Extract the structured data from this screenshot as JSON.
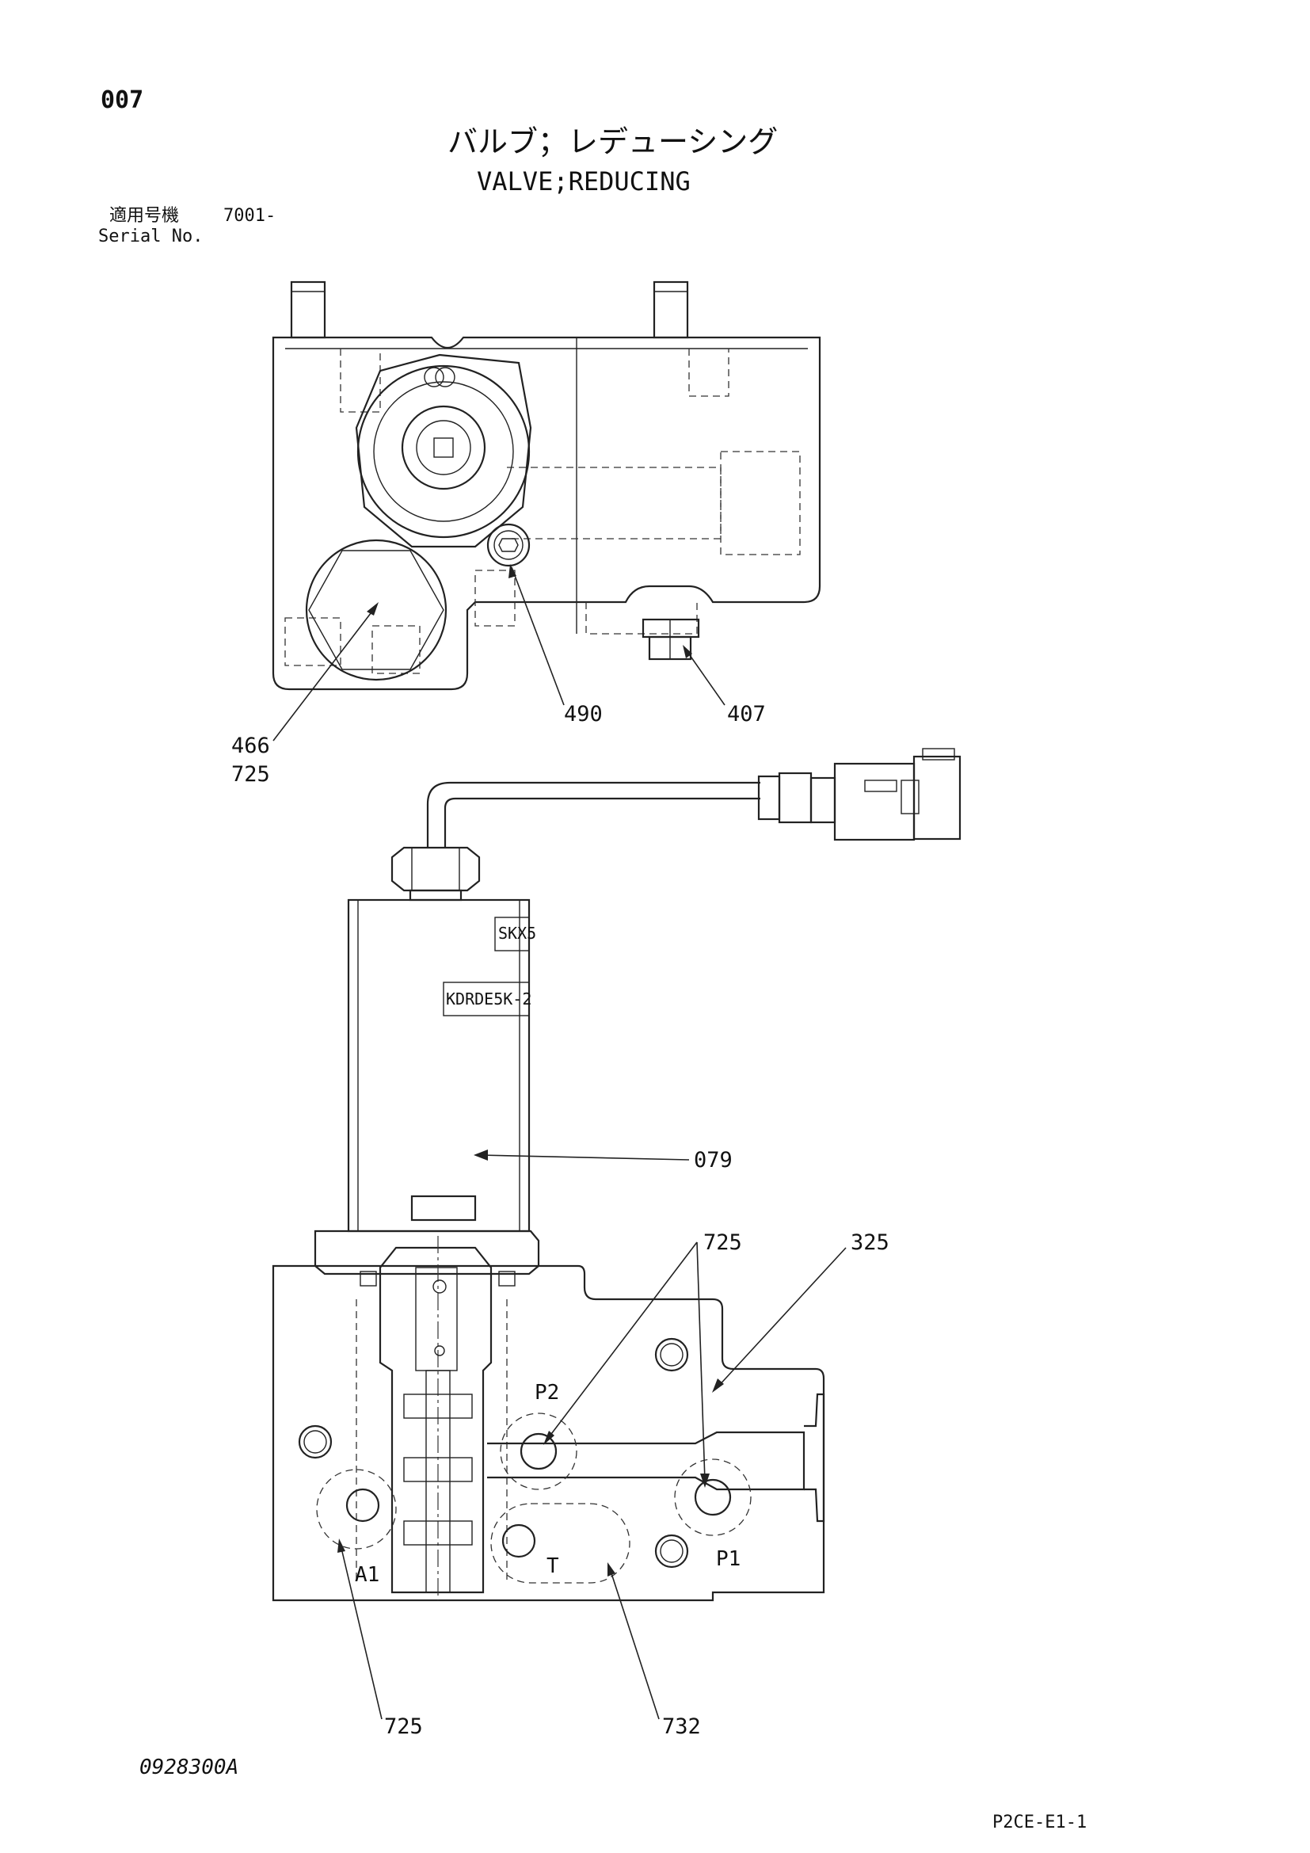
{
  "header": {
    "page_number": "007",
    "title_jp": "バルブ；レデューシング",
    "title_en": "VALVE;REDUCING",
    "serial_label_jp": "適用号機",
    "serial_label_en": "Serial No.",
    "serial_value": "7001-"
  },
  "callouts": {
    "c466": "466",
    "c725_top": "725",
    "c490": "490",
    "c407": "407",
    "c079": "079",
    "c725_mid": "725",
    "c325": "325",
    "c725_bottom": "725",
    "c732": "732"
  },
  "ports": {
    "p1": "P1",
    "p2": "P2",
    "a1": "A1",
    "t": "T"
  },
  "solenoid_labels": {
    "label_1": "SKX5",
    "label_2": "KDRDE5K-2"
  },
  "footer": {
    "figure_number": "0928300A",
    "sheet_id": "P2CE-E1-1"
  }
}
